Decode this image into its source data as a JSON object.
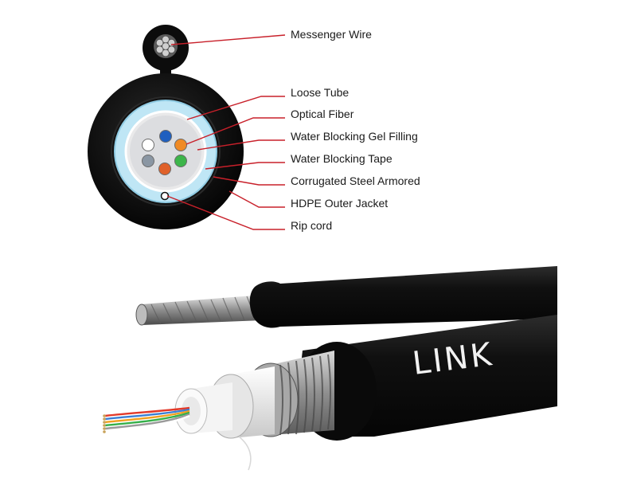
{
  "cross_section": {
    "labels": [
      {
        "id": "messenger-wire",
        "text": "Messenger Wire"
      },
      {
        "id": "loose-tube",
        "text": "Loose Tube"
      },
      {
        "id": "optical-fiber",
        "text": "Optical Fiber"
      },
      {
        "id": "water-blocking-gel",
        "text": "Water Blocking Gel Filling"
      },
      {
        "id": "water-blocking-tape",
        "text": "Water Blocking Tape"
      },
      {
        "id": "corrugated-steel",
        "text": "Corrugated Steel Armored"
      },
      {
        "id": "hdpe-jacket",
        "text": "HDPE Outer Jacket"
      },
      {
        "id": "rip-cord",
        "text": "Rip cord"
      }
    ],
    "fiber_colors": [
      "#ffffff",
      "#1f5fbf",
      "#f08a24",
      "#8a96a3",
      "#e0612a",
      "#3cb54a"
    ],
    "leader_color": "#c8202a"
  },
  "product_view": {
    "brand": "LINK",
    "fiber_strand_colors": [
      "#e23a2a",
      "#3a7fd5",
      "#f0a020",
      "#35b04a",
      "#9a9a9a",
      "#ffffff"
    ]
  }
}
